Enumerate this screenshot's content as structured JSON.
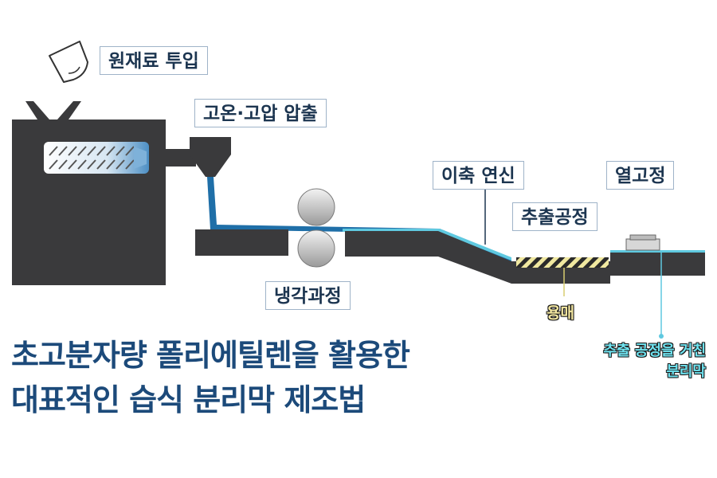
{
  "labels": {
    "raw_material_input": "원재료 투입",
    "high_temp_pressure_extrusion": "고온·고압 압출",
    "cooling_process": "냉각과정",
    "biaxial_stretching": "이축 연신",
    "extraction_process": "추출공정",
    "heat_setting": "열고정",
    "solvent": "용매",
    "separator_line1": "추출 공정을 거친",
    "separator_line2": "분리막"
  },
  "title": {
    "line1": "초고분자량 폴리에틸렌을 활용한",
    "line2": "대표적인 습식 분리막 제조법"
  },
  "colors": {
    "machine": "#3a3a3c",
    "melt_stream": "#1f6fa8",
    "film_highlight": "#5fc9e0",
    "title": "#1c4a7a",
    "label_text": "#1c3550",
    "label_border": "#9fb3c8",
    "solvent_stripe": "#f0e8a0",
    "solvent_text": "#f2e6a0",
    "separator_text": "#6fe3f0"
  },
  "icons": [
    "hopper-icon",
    "screw-icon",
    "roller-icon",
    "solvent-bath-icon"
  ]
}
